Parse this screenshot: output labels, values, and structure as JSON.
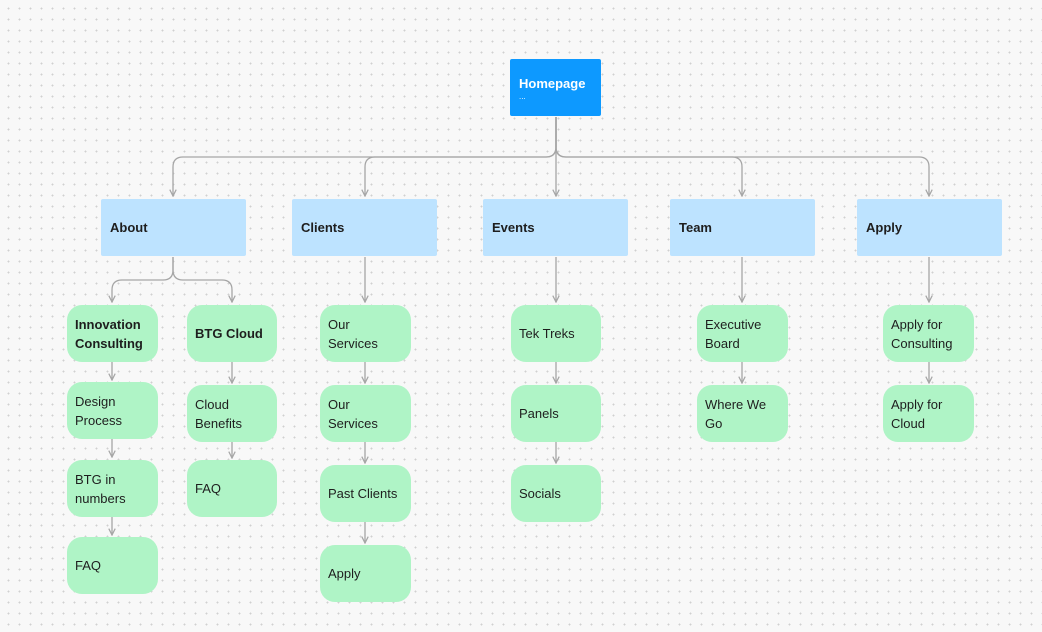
{
  "homepage": {
    "label": "Homepage",
    "sub": "..."
  },
  "sections": {
    "about": "About",
    "clients": "Clients",
    "events": "Events",
    "team": "Team",
    "apply": "Apply"
  },
  "pages": {
    "innovation_consulting": "Innovation Consulting",
    "design_process": "Design Process",
    "btg_in_numbers": "BTG in numbers",
    "about_faq": "FAQ",
    "btg_cloud": "BTG Cloud",
    "cloud_benefits": "Cloud Benefits",
    "cloud_faq": "FAQ",
    "our_services_1": "Our Services",
    "our_services_2": "Our Services",
    "past_clients": "Past Clients",
    "clients_apply": "Apply",
    "tek_treks": "Tek Treks",
    "panels": "Panels",
    "socials": "Socials",
    "executive_board": "Executive Board",
    "where_we_go": "Where We Go",
    "apply_consulting": "Apply for Consulting",
    "apply_cloud": "Apply for Cloud"
  },
  "colors": {
    "homepage": "#0d99ff",
    "section": "#bde3ff",
    "page": "#aff4c6",
    "connector": "#a6a6a6"
  }
}
